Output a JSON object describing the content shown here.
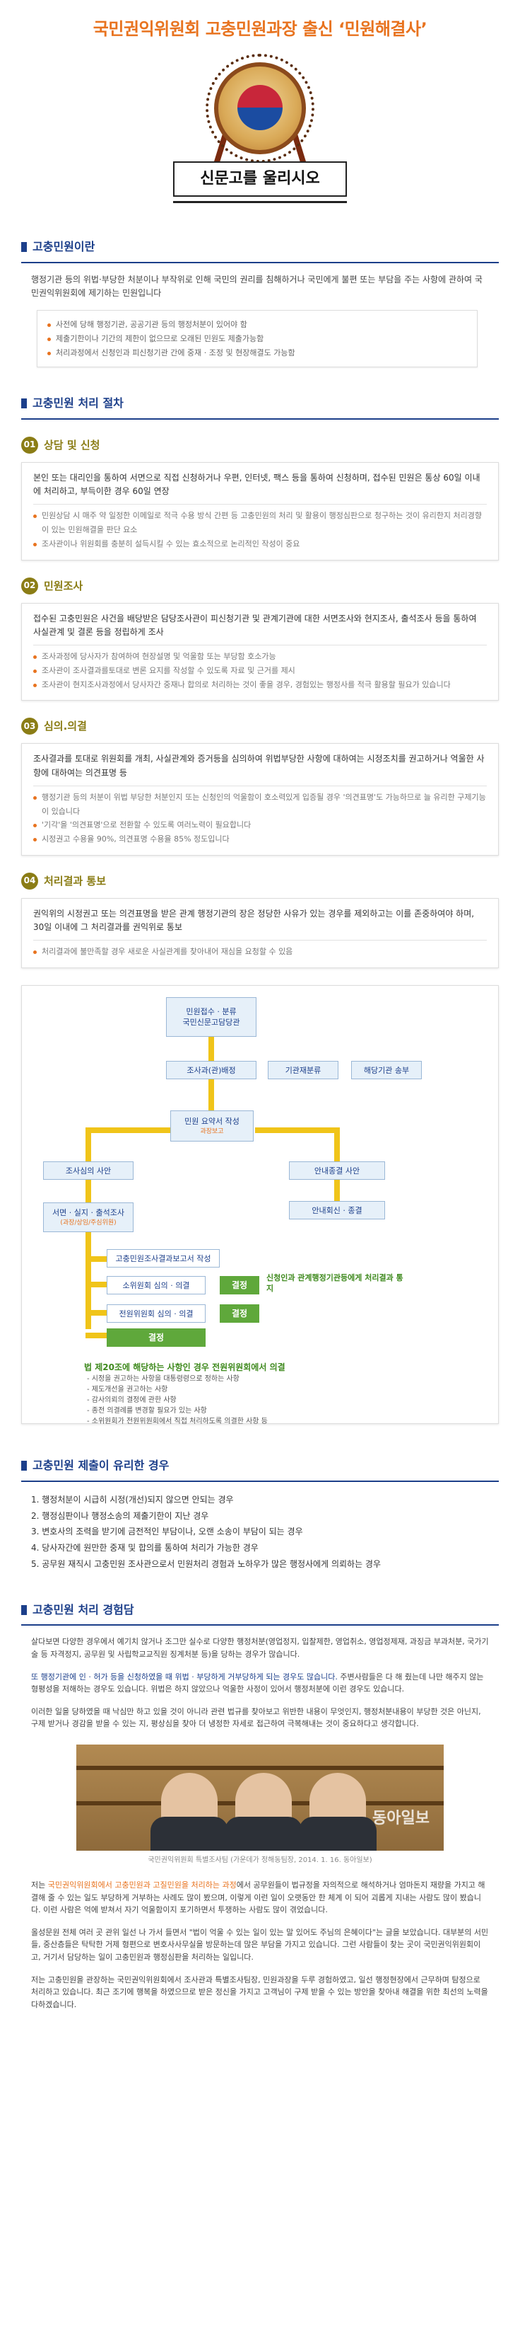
{
  "hero": {
    "title": "국민권익위원회 고충민원과장 출신 ‘민원해결사’",
    "sign": "신문고를 울리시오"
  },
  "section1": {
    "heading": "고충민원이란",
    "desc": "행정기관 등의 위법·부당한 처분이나 부작위로 인해 국민의 권리를 침해하거나 국민에게 불편 또는 부담을 주는 사항에 관하여 국민권익위원회에 제기하는 민원입니다",
    "bullets": [
      "사전에 당해 행정기관, 공공기관 등의 행정처분이 있어야 함",
      "제출기한이나 기간의 제한이 없으므로 오래된 민원도 제출가능함",
      "처리과정에서 신청인과 피신청기관 간에 중재 · 조정 및 현장해결도 가능함"
    ]
  },
  "section2": {
    "heading": "고충민원 처리 절차",
    "steps": [
      {
        "num": "01",
        "title": "상담 및 신청",
        "lead": "본인 또는 대리인을 통하여 서면으로 직접 신청하거나 우편, 인터넷, 팩스 등을 통하여 신청하며, 접수된 민원은 통상 60일 이내에 처리하고, 부득이한 경우 60일 연장",
        "bullets": [
          "민원상담 시 매주 약 일정한 이메일로 적극 수용 방식 간편 등 고충민원의 처리 및 활용이 행정심판으로 청구하는 것이 유리한지 처리경향이 있는 민원해결을 판단 요소",
          "조사관이나 위원회를 충분히 설득시킬 수 있는 효소적으로 논리적인 작성이 중요"
        ]
      },
      {
        "num": "02",
        "title": "민원조사",
        "lead": "접수된 고충민원은 사건을 배당받은 담당조사관이 피신청기관 및 관계기관에 대한 서면조사와 현지조사, 출석조사 등을 통하여 사실관계 및 결론 등을 정립하게 조사",
        "bullets": [
          "조사과정에 당사자가 참여하여 현장설명 및 억울함 또는 부당함 호소가능",
          "조사관이 조사결과를토대로 변론 요지를 작성할 수 있도록 자료 및 근거를 제시",
          "조사관이 현지조사과정에서 당사자간 중재나 합의로 처리하는 것이 좋을 경우, 경험있는 행정사를 적극 활용할 필요가 있습니다"
        ]
      },
      {
        "num": "03",
        "title": "심의.의결",
        "lead": "조사결과를 토대로 위원회를 개최, 사실관계와 증거등을 심의하여 위법부당한 사항에 대하여는 시정조치를 권고하거나 억울한 사항에 대하여는 의견표명 등",
        "bullets": [
          "행정기관 등의 처분이 위법 부당한 처분인지 또는 신청인의 억울함이 호소력있게 입증될 경우 '의견표명'도 가능하므로 늘 유리한 구제기능이 있습니다",
          "'기각'을 '의견표명'으로 전환할 수 있도록 여러노력이 필요합니다",
          "시정권고 수용율 90%, 의견표명 수용율 85% 정도입니다"
        ]
      },
      {
        "num": "04",
        "title": "처리결과 통보",
        "lead": "권익위의 시정권고 또는 의견표명을 받은 관계 행정기관의 장은 정당한 사유가 있는 경우를 제외하고는 이를 존중하여야 하며, 30일 이내에 그 처리결과를 권익위로 통보",
        "bullets": [
          "처리결과에 불만족할 경우 새로운 사실관계를 찾아내어 재심을 요청할 수 있음"
        ]
      }
    ]
  },
  "flow": {
    "receipt": "민원접수 · 분류",
    "receipt2": "국민신문고담당관",
    "investigator": "조사과(관)배정",
    "agency_dist": "기관재분류",
    "agency_send": "해당기관 송부",
    "review": "민원 요약서 작성",
    "review_sub": "과장보고",
    "inquiry": "조사심의 사안",
    "guide": "안내종결 사안",
    "survey": "서면 · 실지 · 출석조사",
    "survey_sub": "(과장/상임/주심위원)",
    "guide_end": "안내회신 · 종결",
    "report": "고충민원조사결과보고서 작성",
    "small_com": "소위원회 심의 · 의결",
    "full_com": "전원위원회 심의 · 의결",
    "decision1": "결정",
    "decision2": "결정",
    "decision_final": "결정",
    "notify": "신청인과 관계행정기관등에게 처리결과 통지",
    "note_title": "법 제20조에 해당하는 사항인 경우 전원위원회에서 의결",
    "notes": [
      "- 시정을 권고하는 사항을 대통령령으로 정하는 사항",
      "- 제도개선을 권고하는 사항",
      "- 감사의뢰의 결정에 관한 사항",
      "- 종전 의결례를 변경할 필요가 있는 사항",
      "- 소위원회가 전원위원회에서 직접 처리하도록 의결한 사항 등"
    ]
  },
  "section3": {
    "heading": "고충민원 제출이 유리한 경우",
    "items": [
      "1. 행정처분이 시급히 시정(개선)되지 않으면 안되는 경우",
      "2. 행정심판이나 행정소송의 제출기한이 지난 경우",
      "3. 변호사의 조력을 받기에 금전적인 부담이나, 오랜 소송이 부담이 되는 경우",
      "4. 당사자간에 원만한 중재 및 합의를 통하여 처리가 가능한 경우",
      "5. 공무원 재직시 고충민원 조사관으로서 민원처리 경험과 노하우가 많은 행정사에게 의뢰하는 경우"
    ]
  },
  "section4": {
    "heading": "고충민원 처리 경험담",
    "p1": "살다보면 다양한 경우에서 예기치 않거나 조그만 실수로 다양한 행정처분(영업정지, 입찰제한, 영업취소, 영업정제재, 과징금 부과처분, 국가기술 등 자격정지, 공무원 및 사립학교교직원 징계처분 등)을 당하는 경우가 많습니다.",
    "p2_hl": "또 행정기관에 인 · 허가 등을 신청하였을 때 위법 · 부당하게 거부당하게 되는 경우도 많습니다.",
    "p2_rest": " 주변사람들은 다 해 줬는데 나만 해주지 않는 형평성을 저해하는 경우도 있습니다. 위법은 하지 않았으나 억울한 사정이 있어서 행정처분에 이런 경우도 있습니다.",
    "p3": "이러한 일을 당하였을 때 낙심만 하고 있을 것이 아니라 관련 법규를 찾아보고 위반한 내용이 무엇인지, 행정처분내용이 부당한 것은 아닌지, 구제 받거나 경감을 받을 수 있는 지, 평상심을 찾아 더 냉정한 자세로 접근하여 극복해내는 것이 중요하다고 생각합니다.",
    "photo_wm": "동아일보",
    "caption": "국민권익위원회 특별조사팀 (가운데가 정해동팀장, 2014. 1. 16. 동아일보)",
    "p4_a": "저는 ",
    "p4_hl": "국민권익위원회에서 고충민원과 고질민원을 처리하는 과정",
    "p4_b": "에서 공무원들이 법규정을 자의적으로 해석하거나 엄마돈지 재량을 가지고 해결해 줄 수 있는 일도 부당하게 거부하는 사례도 많이 봤으며, 이렇게 이런 일이 오랫동안 한 체계 이 되어 괴롭게 지내는 사람도 많이 봤습니다. 이런 사람은 억에 받쳐서 자기 억울함이지 포기하면서 투쟁하는 사람도 많이 겪었습니다.",
    "p5": "올성문원 전체 여러 곳 관위 일선 나 가서 들면서 \"법이 억울 수 있는 일이 있는 말 있어도 주님의 은혜이다\"는 글을 보았습니다. 대부분의 서민들, 중산층들은 탁탁한 거제 형편으로 변호사사무실을 방문하는데 많은 부담을 가지고 있습니다. 그런 사람들이 찾는 곳이 국민권익위원회이고, 거기서 담당하는 일이 고충민원과 행정심판을 처리하는 일입니다.",
    "p6": "저는 고충민원을 관장하는 국민권익위원회에서 조사관과 특별조사팀장, 민원과장을 두루 경험하였고, 일선 행정현장에서 근무하며 탐정으로 처리하고 있습니다. 최근 조기에 행복을 하였으므로 받은 정신을 가지고 고객님이 구제 받을 수 있는 방안을 찾아내 해결을 위한 최선의 노력을 다하겠습니다."
  },
  "colors": {
    "accent": "#e8731f",
    "brand": "#1c3f8a",
    "step": "#8b7d16",
    "green": "#5fa83b",
    "yellow": "#f0c419"
  }
}
